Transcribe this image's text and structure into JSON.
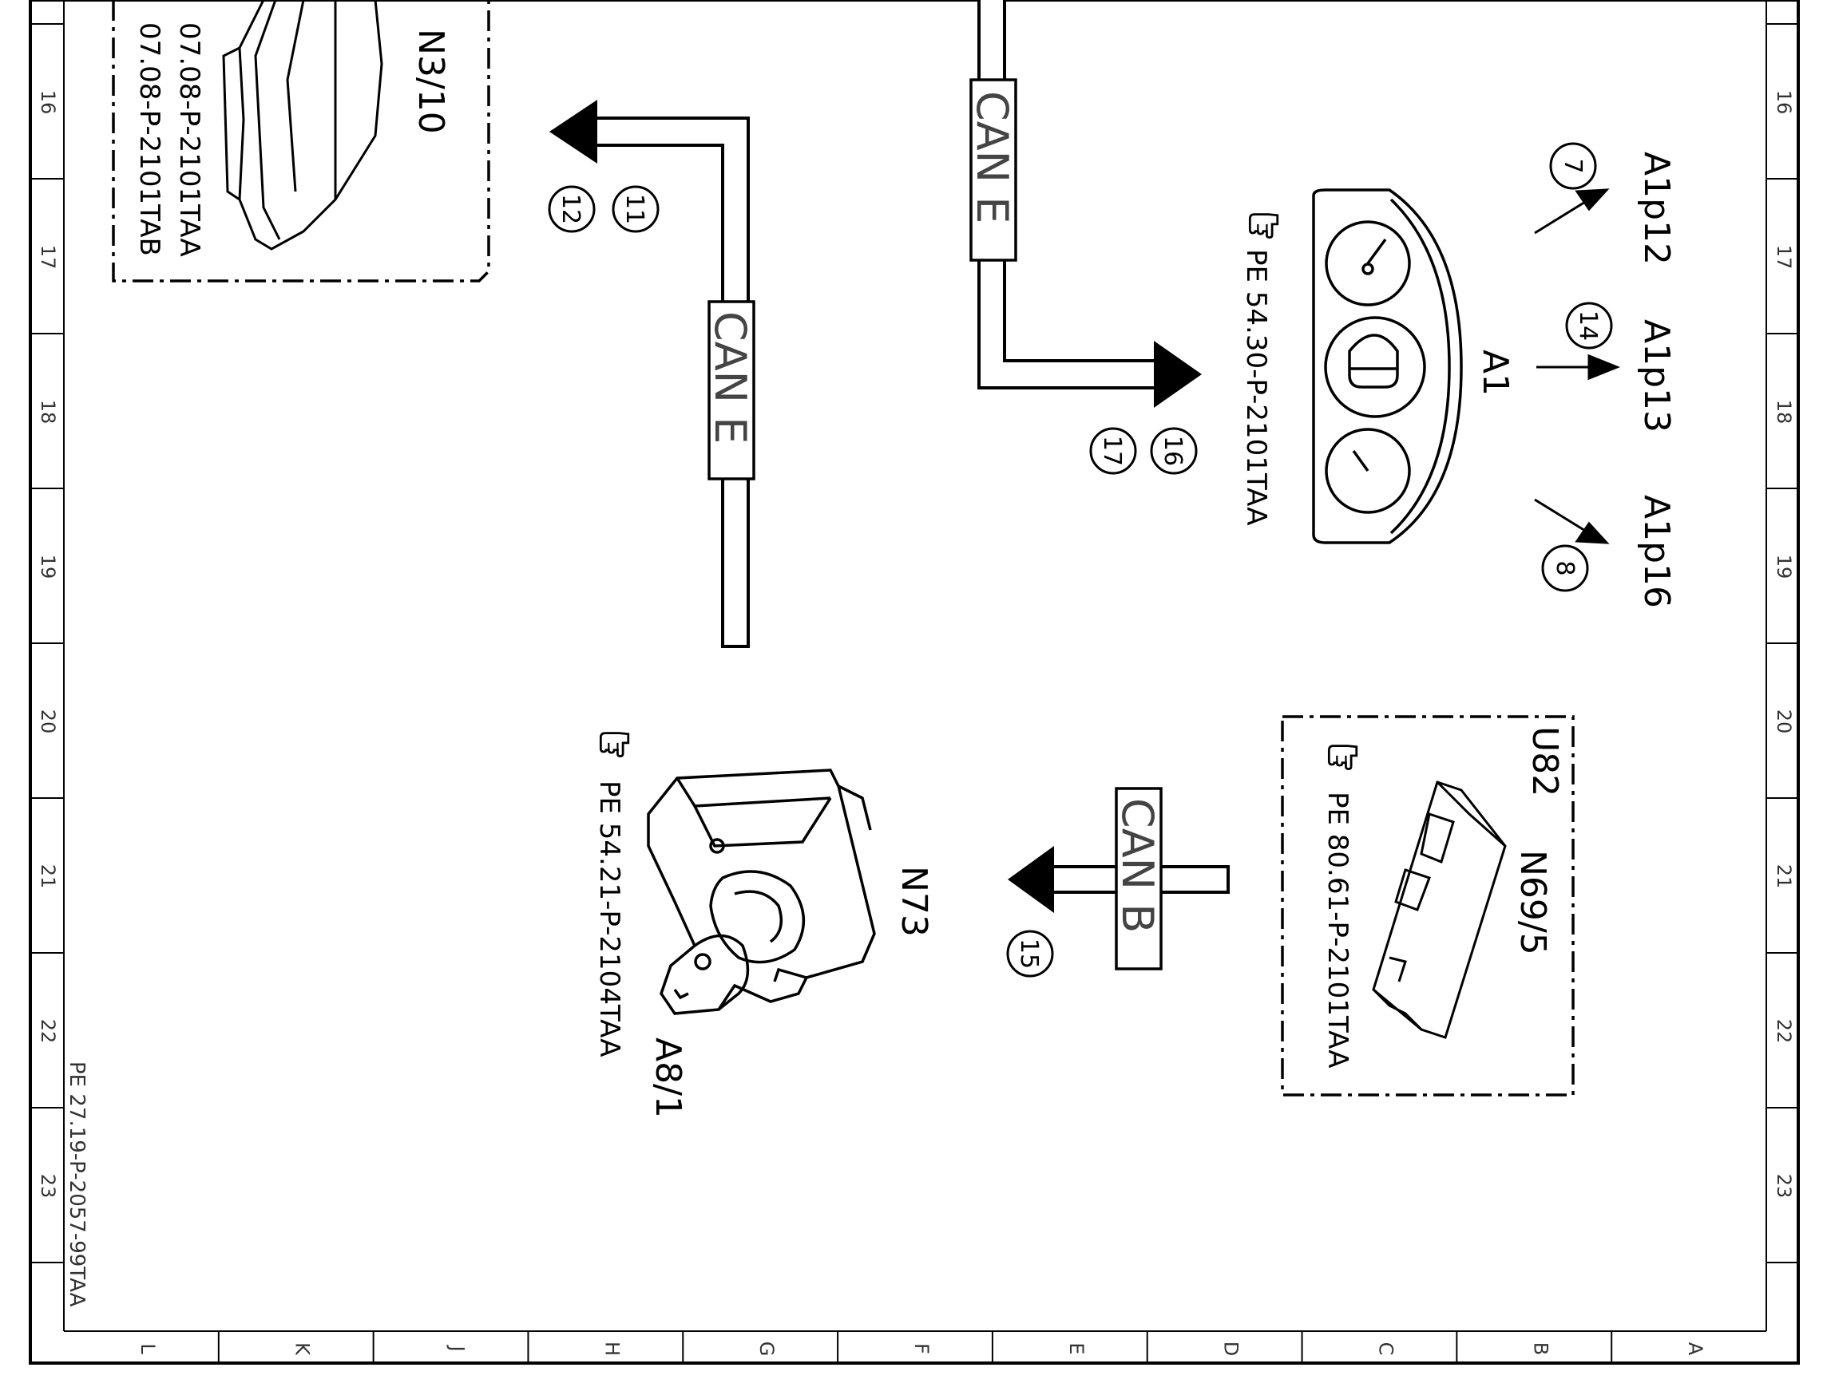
{
  "ruler": {
    "numbers": [
      "16",
      "17",
      "18",
      "19",
      "20",
      "21",
      "22",
      "23"
    ],
    "letters": [
      "L",
      "K",
      "J",
      "H",
      "G",
      "F",
      "E",
      "D",
      "C",
      "B",
      "A"
    ]
  },
  "sheet_ref": "PE 27.19-P-2057-99TAA",
  "components": {
    "n3_10": {
      "label": "N3/10",
      "refs": [
        "07.08-P-2101TAA",
        "07.08-P-2101TAB"
      ]
    },
    "a1": {
      "label": "A1",
      "ref": "PE 54.30-P-2101TAA"
    },
    "u82": {
      "label": "U82"
    },
    "n69_5": {
      "label": "N69/5",
      "ref": "PE 80.61-P-2101TAA"
    },
    "n73": {
      "label": "N73"
    },
    "a8_1": {
      "label": "A8/1",
      "ref": "PE 54.21-P-2104TAA"
    }
  },
  "lamps": {
    "a1p12": "A1p12",
    "a1p13": "A1p13",
    "a1p16": "A1p16"
  },
  "bus_labels": {
    "can_e": "CAN E",
    "can_b": "CAN B"
  },
  "callouts": {
    "c7": "7",
    "c8": "8",
    "c11": "11",
    "c12": "12",
    "c14": "14",
    "c15": "15",
    "c16": "16",
    "c17": "17"
  },
  "icons": [
    "pointing-hand-icon"
  ]
}
